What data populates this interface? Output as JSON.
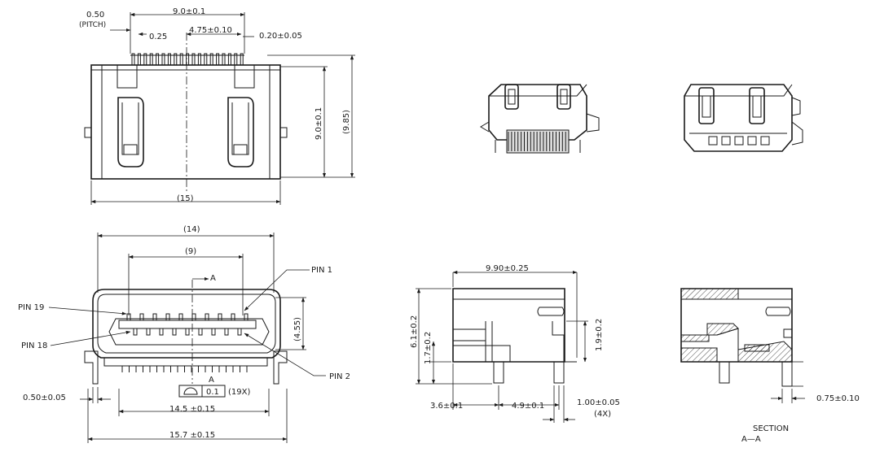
{
  "top_view": {
    "pitch_value": "0.50",
    "pitch_label": "(PITCH)",
    "width_dim": "9.0±0.1",
    "dim_025": "0.25",
    "dim_475": "4.75±0.10",
    "dim_020": "0.20±0.05",
    "height_dim": "9.0±0.1",
    "height_ref": "(9.85)",
    "overall_width": "(15)"
  },
  "front_view": {
    "outer_width": "(14)",
    "inner_width": "(9)",
    "section_mark_top": "A",
    "section_mark_bottom": "A",
    "pin_1": "PIN 1",
    "pin_19": "PIN 19",
    "pin_18": "PIN 18",
    "pin_2": "PIN 2",
    "height_dim": "(4.55)",
    "left_dim": "0.50±0.05",
    "tolerance_value": "0.1",
    "tolerance_count": "(19X)",
    "pad_width": "14.5 ±0.15",
    "overall_width": "15.7 ±0.15"
  },
  "side_view": {
    "depth_dim": "9.90±0.25",
    "height_61": "6.1±0.2",
    "height_17": "1.7±0.2",
    "height_19": "1.9±0.2",
    "dim_36": "3.6±0.1",
    "dim_49": "4.9±0.1",
    "dim_100": "1.00±0.05",
    "dim_4x": "(4X)"
  },
  "section_view": {
    "dim_075": "0.75±0.10",
    "title_line1": "SECTION",
    "title_line2": "A—A"
  }
}
